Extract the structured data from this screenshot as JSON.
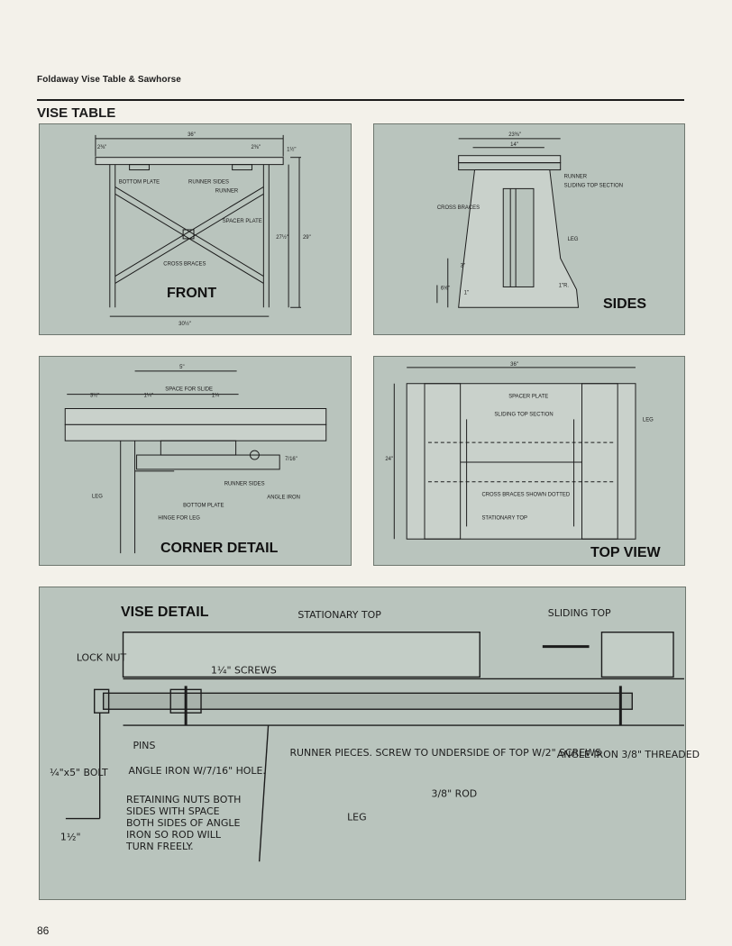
{
  "running_head": "Foldaway Vise Table & Sawhorse",
  "section_title": "VISE TABLE",
  "page_number": "86",
  "colors": {
    "panel_bg": "#b9c4bd",
    "ink": "#1c1c1c",
    "page_bg": "#f3f1ea"
  },
  "front": {
    "title": "FRONT",
    "dims": {
      "overall_width": "36\"",
      "left_offset": "2⅜\"",
      "right_offset": "2⅜\"",
      "top_thickness": "1½\"",
      "height_legs": "27½\"",
      "height_overall": "29\"",
      "base_width": "30½\""
    },
    "labels": {
      "bottom_plate": "BOTTOM PLATE",
      "runner_sides": "RUNNER SIDES",
      "runner": "RUNNER",
      "spacer_plate": "SPACER PLATE",
      "cross_braces": "CROSS BRACES"
    }
  },
  "sides": {
    "title": "SIDES",
    "dims": {
      "top_width": "23⅜\"",
      "inner_width": "14\"",
      "foot_height": "6⅝\"",
      "slope": "3\"",
      "foot": "1\"",
      "radius": "1\"R."
    },
    "labels": {
      "runner": "RUNNER",
      "sliding_top_section": "SLIDING TOP SECTION",
      "cross_braces": "CROSS BRACES",
      "leg": "LEG"
    }
  },
  "corner": {
    "title": "CORNER DETAIL",
    "dims": {
      "overall": "5\"",
      "left": "3½\"",
      "a": "1¼\"",
      "space_for_slide": "SPACE FOR SLIDE",
      "b": "1¼",
      "hole": "7/16\""
    },
    "labels": {
      "runner_sides": "RUNNER SIDES",
      "angle_iron": "ANGLE IRON",
      "bottom_plate": "BOTTOM PLATE",
      "leg": "LEG",
      "hinge_for_leg": "HINGE FOR LEG"
    }
  },
  "top_view": {
    "title": "TOP VIEW",
    "dims": {
      "width": "36\"",
      "depth": "24\""
    },
    "labels": {
      "spacer_plate": "SPACER PLATE",
      "sliding_top_section": "SLIDING TOP SECTION",
      "leg": "LEG",
      "cross_braces_dotted": "CROSS BRACES SHOWN DOTTED",
      "stationary_top": "STATIONARY TOP"
    }
  },
  "vise": {
    "title": "VISE DETAIL",
    "labels": {
      "stationary_top": "STATIONARY TOP",
      "sliding_top": "SLIDING TOP",
      "lock_nut": "LOCK NUT",
      "screws": "1¼\" SCREWS",
      "pins": "PINS",
      "angle_iron_hole": "ANGLE IRON W/7/16\" HOLE.",
      "bolt": "¼\"x5\" BOLT",
      "bolt_dim": "1½\"",
      "runner_pieces": "RUNNER PIECES. SCREW TO UNDERSIDE OF TOP W/2\" SCREWS",
      "rod": "3/8\" ROD",
      "angle_iron_threaded": "ANGLE IRON 3/8\" THREADED",
      "retaining_nuts": "RETAINING NUTS BOTH SIDES WITH SPACE BOTH SIDES OF ANGLE IRON SO ROD WILL TURN FREELY.",
      "leg": "LEG"
    }
  }
}
